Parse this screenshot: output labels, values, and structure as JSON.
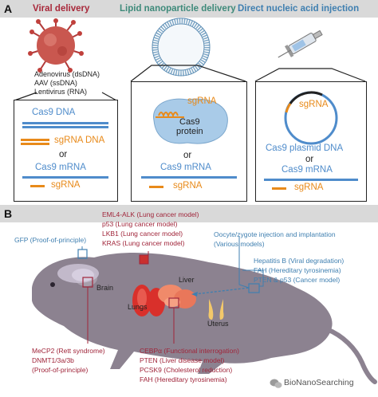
{
  "panel_a": {
    "letter": "A",
    "viral": {
      "title": "Viral delivery",
      "vectors": [
        "Adenovirus (dsDNA)",
        "AAV (ssDNA)",
        "Lentivirus (RNA)"
      ],
      "cas9_dna": "Cas9 DNA",
      "sgrna_dna": "sgRNA DNA",
      "or": "or",
      "cas9_mrna": "Cas9 mRNA",
      "sgrna": "sgRNA"
    },
    "lipid": {
      "title": "Lipid nanoparticle delivery",
      "sgrna_label": "sgRNA",
      "protein_label_1": "Cas9",
      "protein_label_2": "protein",
      "or": "or",
      "cas9_mrna": "Cas9 mRNA",
      "sgrna": "sgRNA"
    },
    "direct": {
      "title": "Direct nucleic acid injection",
      "plasmid_sgrna": "sgRNA",
      "plasmid": "Cas9 plasmid DNA",
      "or": "or",
      "cas9_mrna": "Cas9 mRNA",
      "sgrna": "sgRNA"
    }
  },
  "panel_b": {
    "letter": "B",
    "organs": {
      "brain": "Brain",
      "lungs": "Lungs",
      "liver": "Liver",
      "uterus": "Uterus"
    },
    "gfp": "GFP (Proof-of-principle)",
    "lung_models": [
      "EML4-ALK (Lung cancer model)",
      "p53 (Lung cancer model)",
      "LKB1 (Lung cancer model)",
      "KRAS (Lung cancer model)"
    ],
    "oocyte": [
      "Oocyte/zygote injection and implantation",
      "(Various models)"
    ],
    "liver_models_right": [
      "Hepatitis B (Viral degradation)",
      "FAH (Hereditary tyrosinemia)",
      "PTEN & p53 (Cancer model)"
    ],
    "brain_models": [
      "MeCP2 (Rett syndrome)",
      "DNMT1/3a/3b",
      "(Proof-of-principle)"
    ],
    "liver_models_bottom": [
      "CEBPα (Functional interrogation)",
      "PTEN (Liver disease model)",
      "PCSK9 (Cholesterol reduction)",
      "FAH (Hereditary tyrosinemia)"
    ],
    "watermark": "BioNanoSearching"
  },
  "colors": {
    "viral_title": "#a8283a",
    "lipid_title": "#3e8a7a",
    "direct_title": "#3f7fb0",
    "blue": "#4f8ccb",
    "orange": "#e88a1a",
    "mouse": "#8c8290",
    "maroon": "#a0253a"
  }
}
